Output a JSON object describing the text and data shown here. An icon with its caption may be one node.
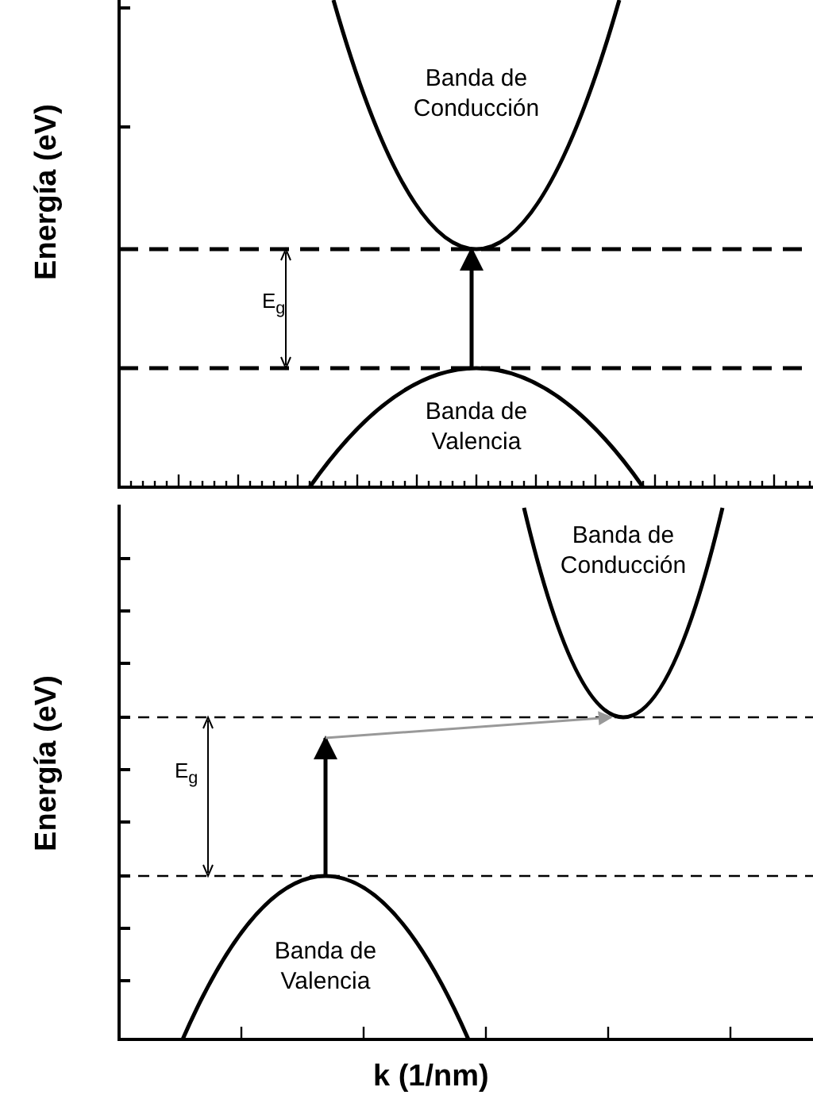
{
  "diagram": {
    "nodes": [
      {
        "text": [
          "Banda de Conducción"
        ]
      },
      {
        "text": [
          "Banda de Valencia"
        ]
      },
      {
        "text": [
          "Banda de Conducción"
        ]
      },
      {
        "text": [
          "Banda de Valencia"
        ]
      }
    ],
    "edges": [
      {
        "from": 1,
        "to": 0,
        "arrow": "to"
      },
      {
        "from": 3,
        "to": null,
        "arrow": "to"
      },
      {
        "from": null,
        "to": 2,
        "arrow": "to",
        "color": "#999999"
      }
    ],
    "labels": [
      "Energía (eV)",
      "E$_{g}$",
      "Energía (eV)",
      "E$_{g}$",
      "k (1/nm)"
    ]
  }
}
